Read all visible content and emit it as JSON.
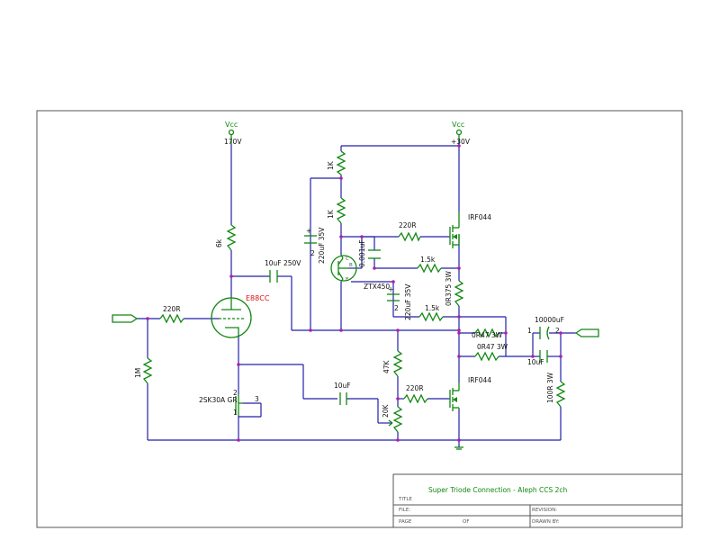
{
  "rails": {
    "vcc_left": {
      "label": "Vcc",
      "voltage": "170V"
    },
    "vcc_right": {
      "label": "Vcc",
      "voltage": "+30V"
    }
  },
  "components": {
    "r_6k": "6k",
    "tube": "E88CC",
    "c_10uf_250v": "10uF 250V",
    "r_220r_grid": "220R",
    "r_1m": "1M",
    "jfet": "2SK30A GR",
    "jfet_pin1": "1",
    "jfet_pin2": "2",
    "jfet_pin3": "3",
    "r_1k_top": "1K",
    "r_1k_2": "1K",
    "c_220uf_top": "220uF 35V",
    "c_220uf_top_plus": "+",
    "c_220uf_top_pin": "2",
    "c_0001uf": "0.001uF",
    "bjt": "ZTX450",
    "bjt_pin_c": "C",
    "bjt_pin_b": "B",
    "bjt_pin_e": "E",
    "r_220r_gate_top": "220R",
    "mosfet_top": "IRF044",
    "r_15k_a": "1.5k",
    "r_15k_b": "1.5k",
    "c_220uf_mid": "220uF 35V",
    "c_220uf_mid_plus": "+",
    "c_220uf_mid_pin": "2",
    "r_0r375": "0R375 3W",
    "r_0r47_a": "0R47 3W",
    "r_0r47_b": "0R47 3W",
    "c_10uf_mid": "10uF",
    "r_47k": "47K",
    "r_20k": "20K",
    "r_220r_gate_bot": "220R",
    "mosfet_bot": "IRF044",
    "c_10000uf": "10000uF",
    "c_10000uf_pin1": "1",
    "c_10000uf_pin2": "2",
    "c_10uf_out": "10uF",
    "r_100r": "100R 3W"
  },
  "title_block": {
    "title_value": "Super Triode Connection - Aleph CCS 2ch",
    "title_label": "TITLE",
    "file_label": "FILE:",
    "revision_label": "REVISION:",
    "page_label": "PAGE",
    "of_label": "OF",
    "drawn_by_label": "DRAWN BY:"
  }
}
